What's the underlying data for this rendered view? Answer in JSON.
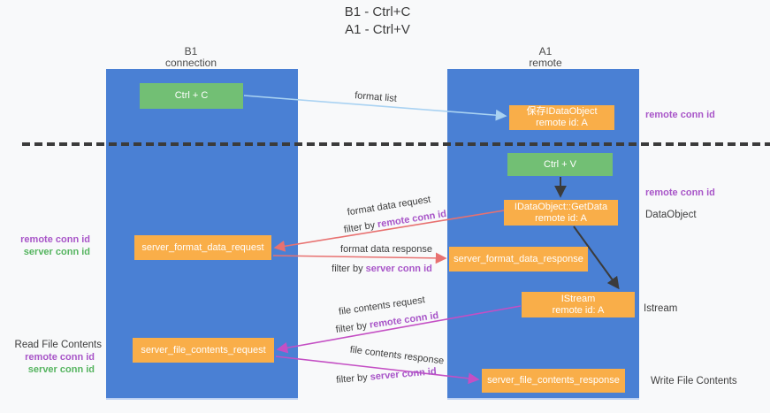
{
  "title": {
    "line1": "B1 - Ctrl+C",
    "line2": "A1 - Ctrl+V"
  },
  "lanes": {
    "left": {
      "title": "B1",
      "subtitle": "connection"
    },
    "right": {
      "title": "A1",
      "subtitle": "remote"
    }
  },
  "nodes": {
    "ctrl_c": {
      "label": "Ctrl + C"
    },
    "save_dataobject": {
      "line1": "保存IDataObject",
      "line2": "remote id: A"
    },
    "ctrl_v": {
      "label": "Ctrl + V"
    },
    "getdata": {
      "line1": "IDataObject::GetData",
      "line2": "remote id: A"
    },
    "format_request": {
      "label": "server_format_data_request"
    },
    "format_response": {
      "label": "server_format_data_response"
    },
    "istream": {
      "line1": "IStream",
      "line2": "remote id: A"
    },
    "file_request": {
      "label": "server_file_contents_request"
    },
    "file_response": {
      "label": "server_file_contents_response"
    }
  },
  "annotations": {
    "right_remote_conn_id_1": "remote conn id",
    "right_remote_conn_id_2": "remote conn id",
    "dataobject": "DataObject",
    "istream": "Istream",
    "write_file_contents": "Write File Contents",
    "left_remote_conn_id_1": "remote conn id",
    "left_server_conn_id_1": "server conn id",
    "read_file_contents": "Read File Contents",
    "left_remote_conn_id_2": "remote conn id",
    "left_server_conn_id_2": "server conn id"
  },
  "arrow_labels": {
    "format_list": "format list",
    "format_data_request": "format data request",
    "filter_by_1": "filter by ",
    "filter_remote_1": "remote conn id",
    "format_data_response": "format data response",
    "filter_by_2": "filter by ",
    "filter_server_2": "server conn id",
    "file_contents_request": "file contents request",
    "filter_by_3": "filter by ",
    "filter_remote_3": "remote conn id",
    "file_contents_response": "file contents response",
    "filter_by_4": "filter by ",
    "filter_server_4": "server conn id"
  },
  "colors": {
    "lane_blue": "#4a80d4",
    "box_orange": "#f9ae49",
    "box_green": "#72bf74",
    "arrow_light_blue": "#a9d2f2",
    "arrow_red": "#e87170",
    "arrow_magenta": "#c44fc4",
    "arrow_black": "#3b3b3b",
    "text_purple": "#a855c8",
    "text_green": "#55b45f",
    "background": "#f8f9fa"
  }
}
